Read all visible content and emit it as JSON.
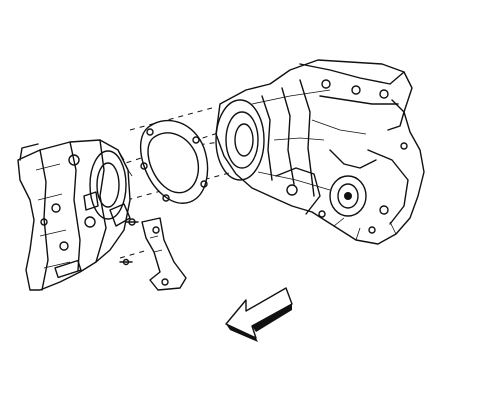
{
  "diagram": {
    "parts": [
      "transmission-case",
      "gasket",
      "transfer-case",
      "bracket"
    ],
    "arrow_direction": "front"
  }
}
